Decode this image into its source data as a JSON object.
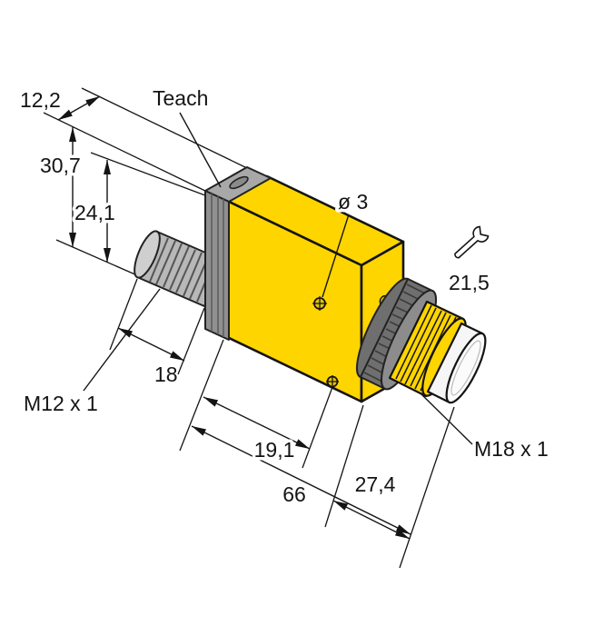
{
  "drawing": {
    "dimensions": {
      "top_width": "12,2",
      "overall_height": "30,7",
      "body_height": "24,1",
      "hole_diameter": "ø 3",
      "wrench_size": "21,5",
      "connector_length": "18",
      "hole_offset": "19,1",
      "overall_length": "66",
      "front_length": "27,4"
    },
    "annotations": {
      "teach": "Teach",
      "connector_thread": "M12 x 1",
      "barrel_thread": "M18 x 1"
    },
    "icons": {
      "wrench": "open-end-wrench"
    },
    "colors": {
      "housing_yellow": "#FFD500",
      "metal_gray": "#b8b8b8",
      "dark_gray": "#6f6f6f",
      "line_black": "#141414",
      "lens_white": "#f6f6f6",
      "background": "#ffffff"
    }
  }
}
